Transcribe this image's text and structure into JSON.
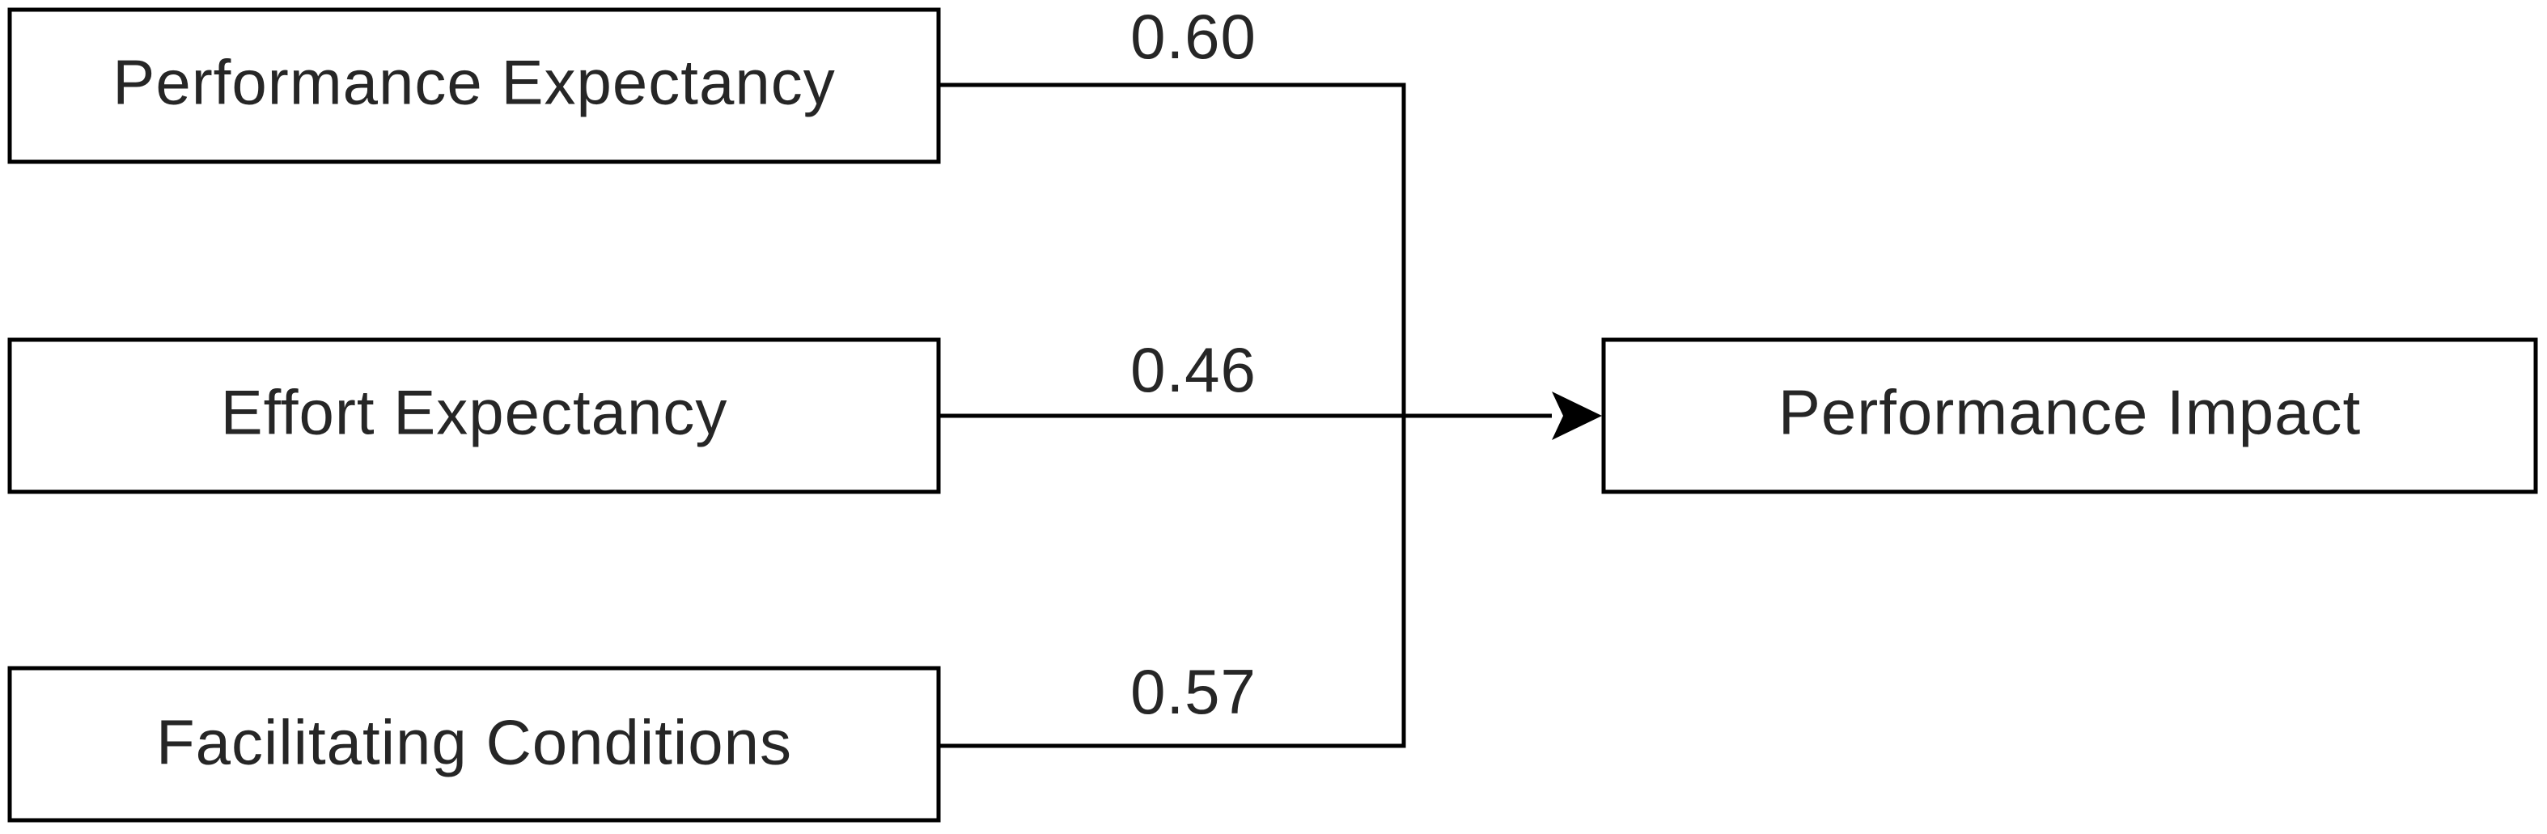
{
  "diagram": {
    "nodes": {
      "performance_expectancy": "Performance Expectancy",
      "effort_expectancy": "Effort Expectancy",
      "facilitating_conditions": "Facilitating Conditions",
      "performance_impact": "Performance Impact"
    },
    "edges": {
      "performance_expectancy_to_impact": "0.60",
      "effort_expectancy_to_impact": "0.46",
      "facilitating_conditions_to_impact": "0.57"
    }
  }
}
